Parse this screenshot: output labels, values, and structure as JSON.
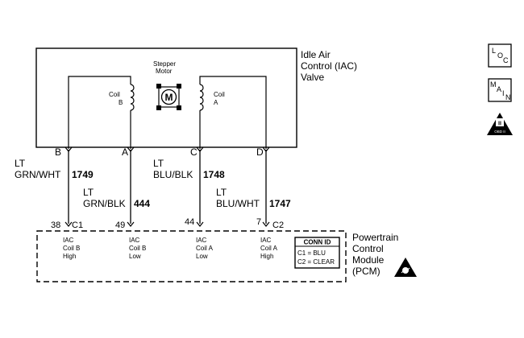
{
  "iac_valve": {
    "title_lines": [
      "Idle Air",
      "Control (IAC)",
      "Valve"
    ],
    "stepper_motor_lines": [
      "Stepper",
      "Motor"
    ],
    "motor_symbol": "M",
    "coil_b_lines": [
      "Coil",
      "B"
    ],
    "coil_a_lines": [
      "Coil",
      "A"
    ]
  },
  "pins": {
    "B": "B",
    "A": "A",
    "C": "C",
    "D": "D"
  },
  "wires": {
    "w1749": {
      "lt": "LT",
      "color": "GRN/WHT",
      "circuit": "1749"
    },
    "w444": {
      "lt": "LT",
      "color": "GRN/BLK",
      "circuit": "444"
    },
    "w1748": {
      "lt": "LT",
      "color": "BLU/BLK",
      "circuit": "1748"
    },
    "w1747": {
      "lt": "LT",
      "color": "BLU/WHT",
      "circuit": "1747"
    }
  },
  "connectors": {
    "c1_pin_b": "38",
    "c1_label": "C1",
    "c1_pin_a": "49",
    "c2_pin_c": "44",
    "c2_pin_d": "7",
    "c2_label": "C2"
  },
  "pcm": {
    "title_lines": [
      "Powertrain",
      "Control",
      "Module",
      "(PCM)"
    ],
    "terminals": [
      {
        "lines": [
          "IAC",
          "Coil B",
          "High"
        ]
      },
      {
        "lines": [
          "IAC",
          "Coil B",
          "Low"
        ]
      },
      {
        "lines": [
          "IAC",
          "Coil A",
          "Low"
        ]
      },
      {
        "lines": [
          "IAC",
          "Coil A",
          "High"
        ]
      }
    ],
    "conn_id": {
      "title": "CONN ID",
      "line1": "C1 = BLU",
      "line2": "C2 = CLEAR"
    }
  },
  "side_icons": {
    "loc": {
      "letters": [
        "L",
        "O",
        "C"
      ]
    },
    "main": {
      "letters": [
        "M",
        "A",
        "I",
        "N"
      ]
    },
    "obd": {
      "symbol": "II",
      "label": "OBD II"
    }
  },
  "colors": {
    "line": "#000000",
    "background": "#ffffff"
  }
}
